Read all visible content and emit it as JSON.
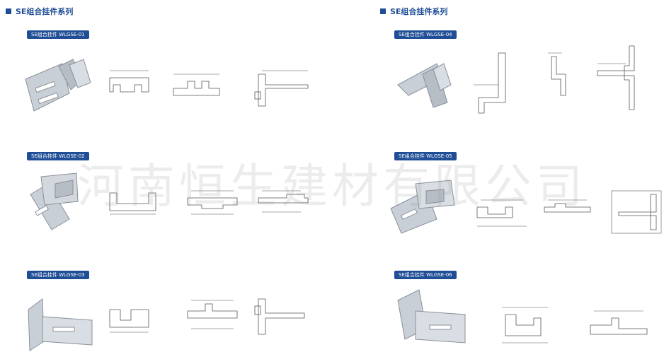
{
  "left": {
    "section_title": "SE组合挂件系列",
    "items": [
      {
        "label": "SE组合挂件 WLGSE-01"
      },
      {
        "label": "SE组合挂件 WLGSE-02"
      },
      {
        "label": "SE组合挂件 WLGSE-03"
      }
    ]
  },
  "right": {
    "section_title": "SE组合挂件系列",
    "items": [
      {
        "label": "SE组合挂件 WLGSE-04"
      },
      {
        "label": "SE组合挂件 WLGSE-05"
      },
      {
        "label": "SE组合挂件 WLGSE-06"
      }
    ]
  },
  "watermark": "河南恒生建材有限公司",
  "colors": {
    "accent": "#1f4e96",
    "metal": "#c9cfd6",
    "line": "#555555"
  }
}
